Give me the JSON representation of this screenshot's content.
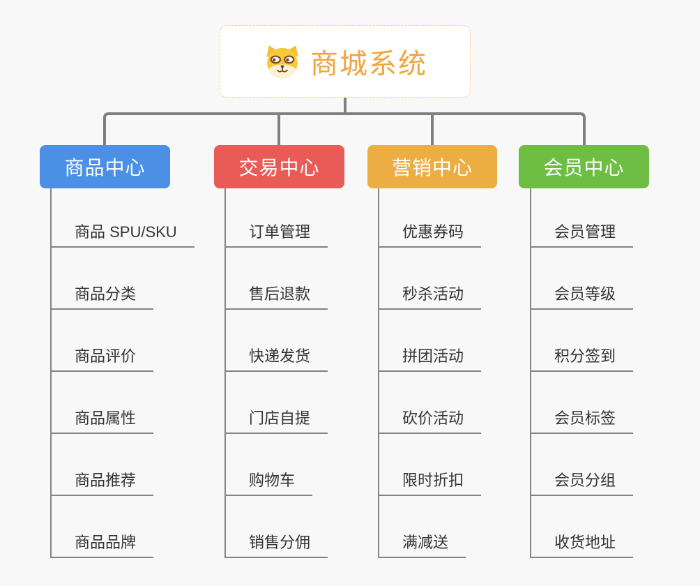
{
  "canvas": {
    "background": "#F8F8F8"
  },
  "root": {
    "title": "商城系统",
    "title_color": "#F0A63E",
    "border_color": "#F1C273",
    "icon": "dog-face-icon"
  },
  "connector": {
    "color": "#808080"
  },
  "branches": [
    {
      "label": "商品中心",
      "color": "#4B90E5",
      "items": [
        "商品 SPU/SKU",
        "商品分类",
        "商品评价",
        "商品属性",
        "商品推荐",
        "商品品牌"
      ]
    },
    {
      "label": "交易中心",
      "color": "#E85B57",
      "items": [
        "订单管理",
        "售后退款",
        "快递发货",
        "门店自提",
        "购物车",
        "销售分佣"
      ]
    },
    {
      "label": "营销中心",
      "color": "#ECAE43",
      "items": [
        "优惠券码",
        "秒杀活动",
        "拼团活动",
        "砍价活动",
        "限时折扣",
        "满减送"
      ]
    },
    {
      "label": "会员中心",
      "color": "#6FBE44",
      "items": [
        "会员管理",
        "会员等级",
        "积分签到",
        "会员标签",
        "会员分组",
        "收货地址"
      ]
    }
  ]
}
